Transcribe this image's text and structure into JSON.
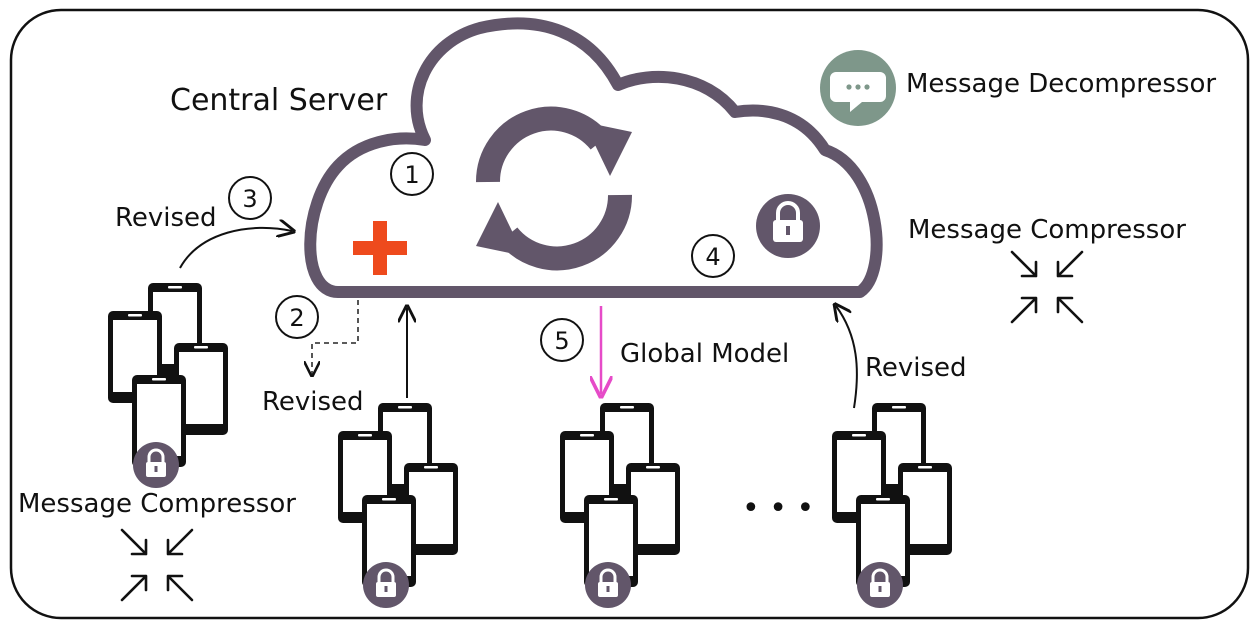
{
  "title": "Central Server",
  "legend": {
    "decompressor_label": "Message Decompressor",
    "compressor_label": "Message Compressor"
  },
  "steps": [
    "1",
    "2",
    "3",
    "4",
    "5"
  ],
  "labels": {
    "revised": "Revised",
    "global_model": "Global Model",
    "compressor_left": "Message Compressor",
    "ellipsis": "• • •"
  },
  "colors": {
    "cloud_outline": "#62566a",
    "device": "#111111",
    "lock_badge": "#62566a",
    "plus": "#ee4a1d",
    "global_arrow": "#e64bc8",
    "decompressor_badge": "#7e978a"
  },
  "icons": {
    "sync": "sync-icon",
    "aggregate": "plus-icon",
    "lock": "lock-icon",
    "chat": "chat-bubble-icon",
    "compress": "compress-arrows-icon"
  }
}
